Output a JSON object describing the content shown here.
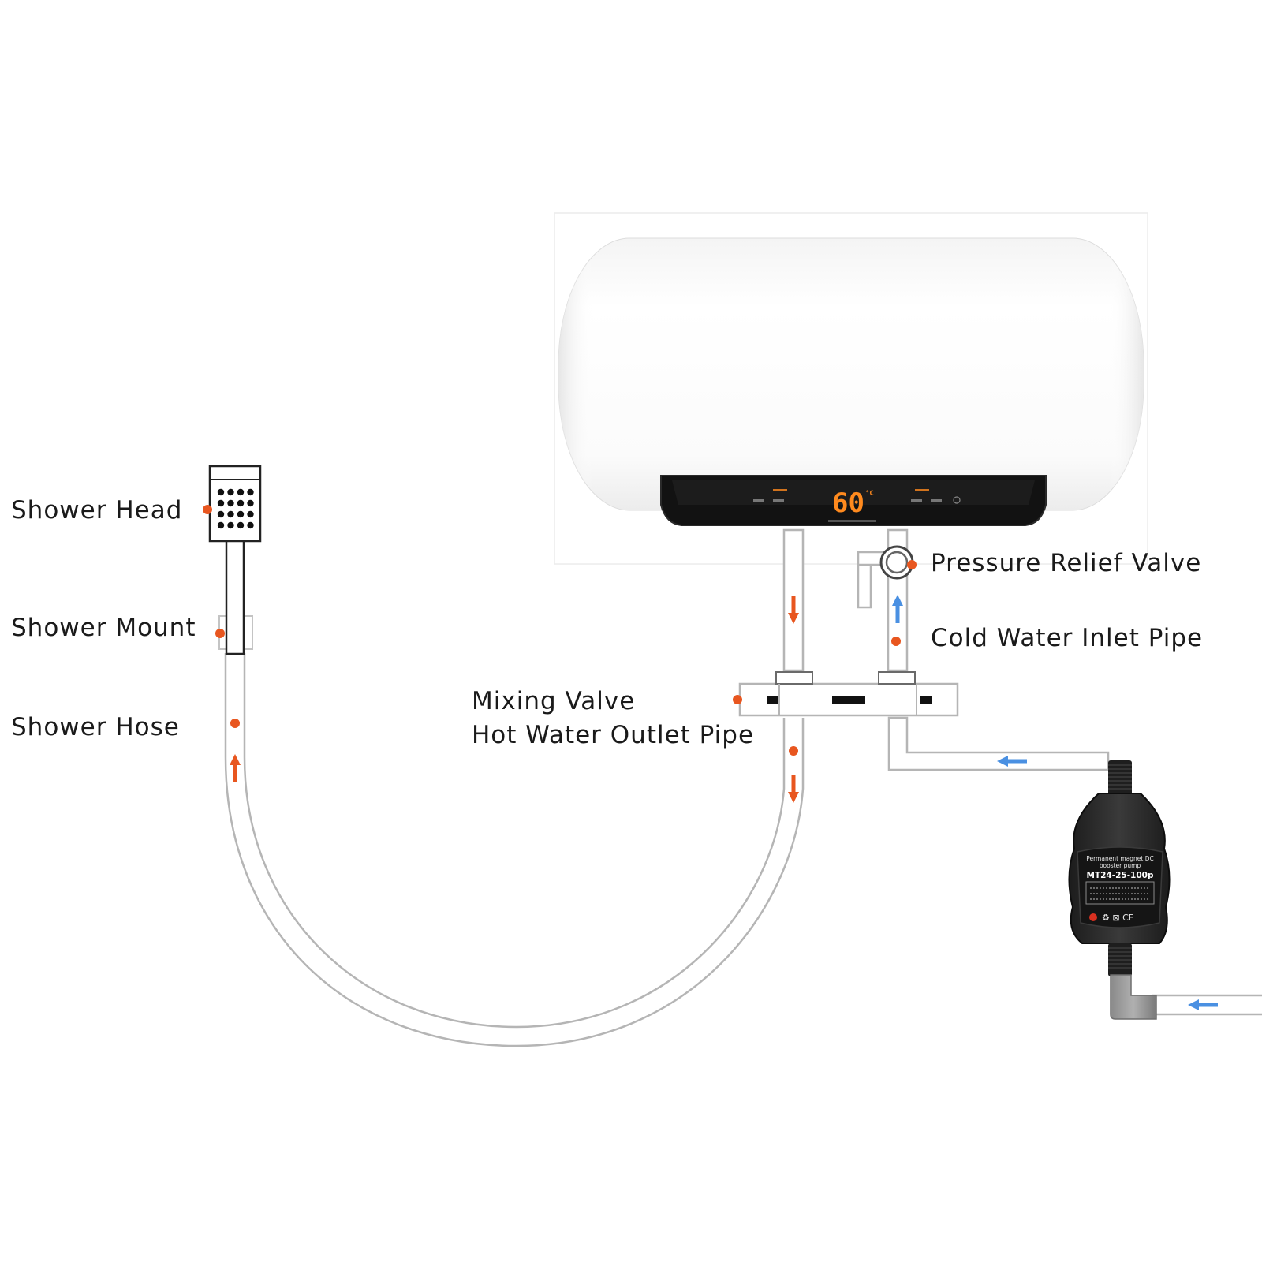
{
  "labels": {
    "shower_head": "Shower Head",
    "shower_mount": "Shower Mount",
    "shower_hose": "Shower Hose",
    "pressure_relief_valve": "Pressure Relief Valve",
    "cold_water_inlet_pipe": "Cold Water Inlet Pipe",
    "mixing_valve": "Mixing Valve",
    "hot_water_outlet_pipe": "Hot Water Outlet Pipe"
  },
  "heater": {
    "display_temperature": "60",
    "temperature_unit": "°C"
  },
  "pump": {
    "line1": "Permanent magnet DC",
    "line2": "booster pump",
    "model": "MT24-25-100p",
    "symbols": "♻ ⊠ CE"
  },
  "colors": {
    "marker_orange": "#e8561f",
    "hot_flow_arrow": "#e8561f",
    "cold_flow_arrow": "#4a90e2",
    "pipe_outline": "#b5b5b5",
    "heater_display_bg": "#111111",
    "pump_body": "#2a2a2a"
  },
  "icons": {
    "hot_flow": "arrow-down-icon",
    "cold_flow": "arrow-left-icon",
    "callout": "dot-marker-icon"
  }
}
